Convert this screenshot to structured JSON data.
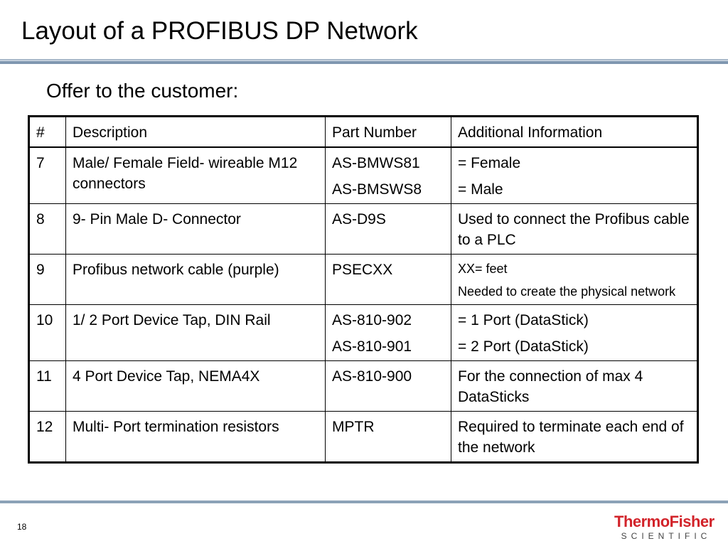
{
  "slide": {
    "title": "Layout of a PROFIBUS DP Network",
    "subtitle": "Offer to the customer:",
    "page_number": "18"
  },
  "table": {
    "headers": [
      "#",
      "Description",
      "Part Number",
      "Additional Information"
    ],
    "rows": [
      {
        "num": "7",
        "description": "Male/ Female Field- wireable M12 connectors",
        "part_numbers": [
          "AS-BMWS81",
          "AS-BMSWS8"
        ],
        "info": [
          "= Female",
          "= Male"
        ]
      },
      {
        "num": "8",
        "description": "9- Pin Male D- Connector",
        "part_numbers": [
          "AS-D9S"
        ],
        "info": [
          "Used to connect the Profibus cable to a PLC"
        ]
      },
      {
        "num": "9",
        "description": "Profibus network cable (purple)",
        "part_numbers": [
          "PSECXX"
        ],
        "info": [
          "XX= feet",
          "Needed to create the physical network"
        ]
      },
      {
        "num": "10",
        "description": "1/ 2 Port Device Tap, DIN Rail",
        "part_numbers": [
          "AS-810-902",
          "AS-810-901"
        ],
        "info": [
          "= 1 Port (DataStick)",
          "= 2 Port (DataStick)"
        ]
      },
      {
        "num": "11",
        "description": "4 Port Device Tap, NEMA4X",
        "part_numbers": [
          "AS-810-900"
        ],
        "info": [
          "For the connection of max 4 DataSticks"
        ]
      },
      {
        "num": "12",
        "description": "Multi- Port termination resistors",
        "part_numbers": [
          "MPTR"
        ],
        "info": [
          "Required to terminate  each end of the network"
        ]
      }
    ]
  },
  "logo": {
    "top": "ThermoFisher",
    "bottom": "SCIENTIFIC",
    "color": "#d2232a"
  }
}
